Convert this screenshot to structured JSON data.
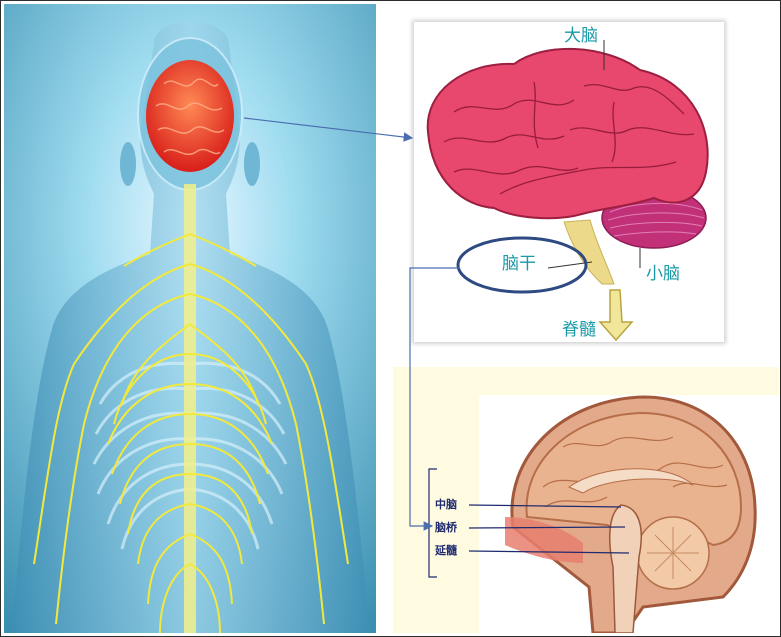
{
  "labels": {
    "cerebrum": "大脑",
    "brainstem": "脑干",
    "cerebellum": "小脑",
    "spinal_cord": "脊髓"
  },
  "section_labels": {
    "midbrain": "中脑",
    "pons": "脑桥",
    "medulla": "延髓"
  },
  "colors": {
    "cerebrum": "#e8476e",
    "cerebellum": "#c2307a",
    "brainstem": "#ecd98a",
    "spinal_arrow": "#f1e69a",
    "label_teal": "#1a9aa8",
    "ellipse": "#2e4a82",
    "leader": "#4a6eb0",
    "nerves": "#f3e93a",
    "body_bg": "#8fd3ea",
    "section_bg": "#fffbe0"
  },
  "icons": {
    "body": "human-nervous-system-figure",
    "brain": "lateral-brain-illustration",
    "section": "sagittal-brain-section"
  }
}
